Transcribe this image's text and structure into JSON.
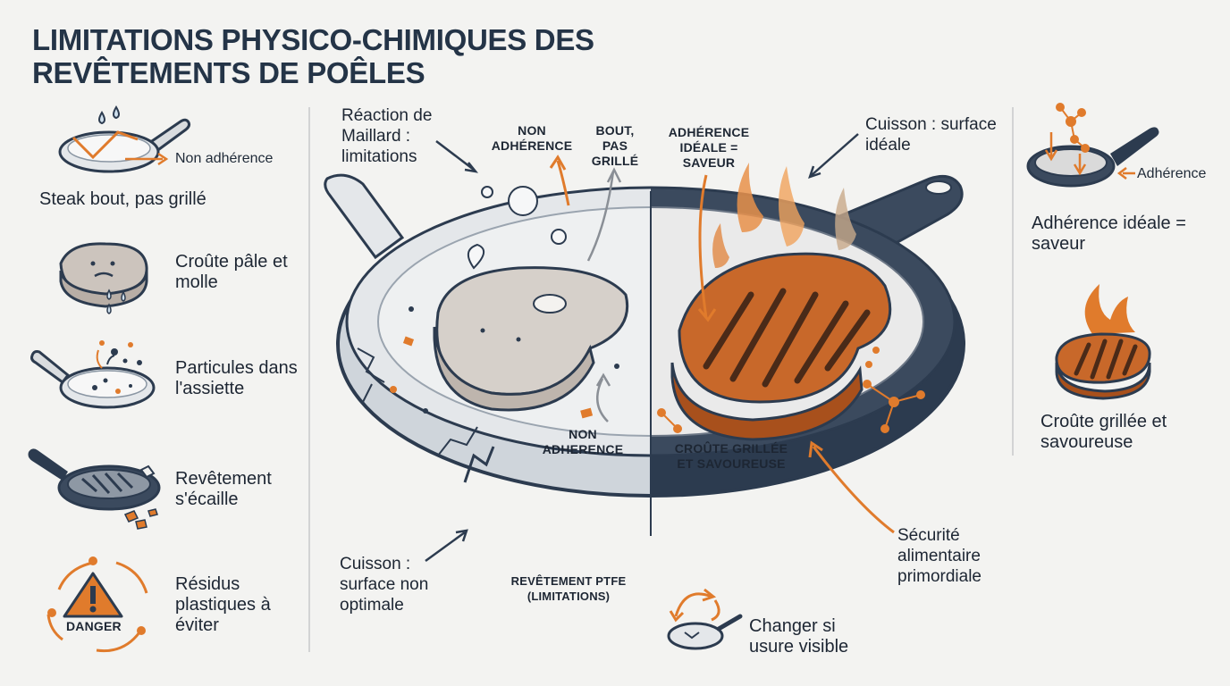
{
  "title": "LIMITATIONS PHYSICO-CHIMIQUES DES REVÊTEMENTS DE POÊLES",
  "left_column": {
    "item1_tag": "Non adhérence",
    "item1_label": "Steak bout, pas grillé",
    "item2_label": "Croûte pâle et molle",
    "item3_label": "Particules dans l'assiette",
    "item4_label": "Revêtement s'écaille",
    "item5_label": "Résidus plastiques à éviter",
    "danger_text": "DANGER"
  },
  "center": {
    "maillard": "Réaction de Maillard : limitations",
    "non_adherence_top": "NON ADHÉRENCE",
    "bout_pas_grille": "BOUT, PAS GRILLÉ",
    "adherence_ideale": "ADHÉRENCE IDÉALE = SAVEUR",
    "cuisson_ideale": "Cuisson : surface idéale",
    "non_adherence_bottom": "NON ADHERENCE",
    "croute_grillee": "CROÛTE GRILLÉE ET SAVOUREUSE",
    "cuisson_non_optimale": "Cuisson : surface non optimale",
    "revetement_ptfe": "REVÊTEMENT PTFE (LIMITATIONS)",
    "securite": "Sécurité alimentaire primordiale",
    "changer": "Changer si usure visible"
  },
  "right_column": {
    "tag": "Adhérence",
    "label1": "Adhérence idéale = saveur",
    "label2": "Croûte grillée et savoureuse"
  },
  "colors": {
    "accent_orange": "#e07b2c",
    "navy": "#2c3b4f",
    "light_pan": "#e3e6e9"
  }
}
